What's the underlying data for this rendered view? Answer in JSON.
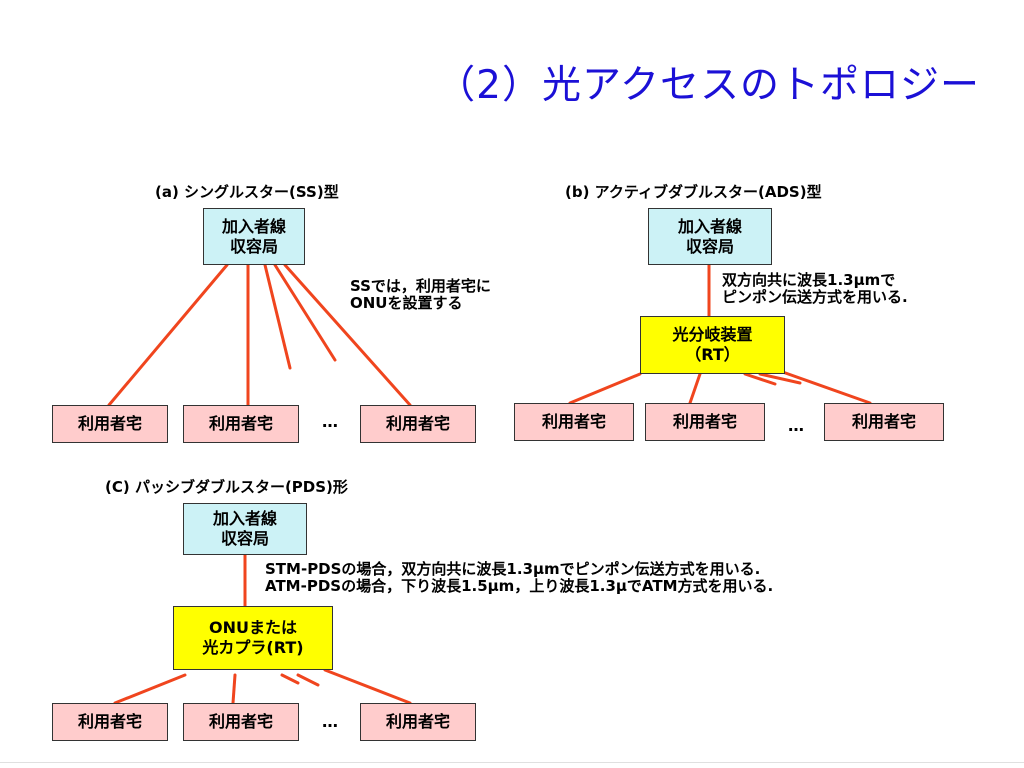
{
  "slide": {
    "title": "（2）光アクセスのトポロジー"
  },
  "ss": {
    "caption": "(a) シングルスター(SS)型",
    "station": {
      "line1": "加入者線",
      "line2": "収容局"
    },
    "note": {
      "line1": "SSでは，利用者宅に",
      "line2": "ONUを設置する"
    },
    "houses": [
      "利用者宅",
      "利用者宅",
      "利用者宅"
    ],
    "ellipsis": "…"
  },
  "ads": {
    "caption": "(b) アクティブダブルスター(ADS)型",
    "station": {
      "line1": "加入者線",
      "line2": "収容局"
    },
    "splitter": {
      "line1": "光分岐装置",
      "line2": "（RT）"
    },
    "note": {
      "line1": "双方向共に波長1.3μmで",
      "line2": "ピンポン伝送方式を用いる."
    },
    "houses": [
      "利用者宅",
      "利用者宅",
      "利用者宅"
    ],
    "ellipsis": "…"
  },
  "pds": {
    "caption": "(C) パッシブダブルスター(PDS)形",
    "station": {
      "line1": "加入者線",
      "line2": "収容局"
    },
    "splitter": {
      "line1": "ONUまたは",
      "line2": "光カプラ(RT)"
    },
    "note": {
      "line1": "STM-PDSの場合，双方向共に波長1.3μmでピンポン伝送方式を用いる.",
      "line2": "ATM-PDSの場合，下り波長1.5μm，上り波長1.3μでATM方式を用いる."
    },
    "houses": [
      "利用者宅",
      "利用者宅",
      "利用者宅"
    ],
    "ellipsis": "…"
  },
  "colors": {
    "title": "#1b10d6",
    "line": "#f0451e",
    "station_fill": "#ccf2f6",
    "splitter_fill": "#ffff00",
    "house_fill": "#ffcccc"
  }
}
